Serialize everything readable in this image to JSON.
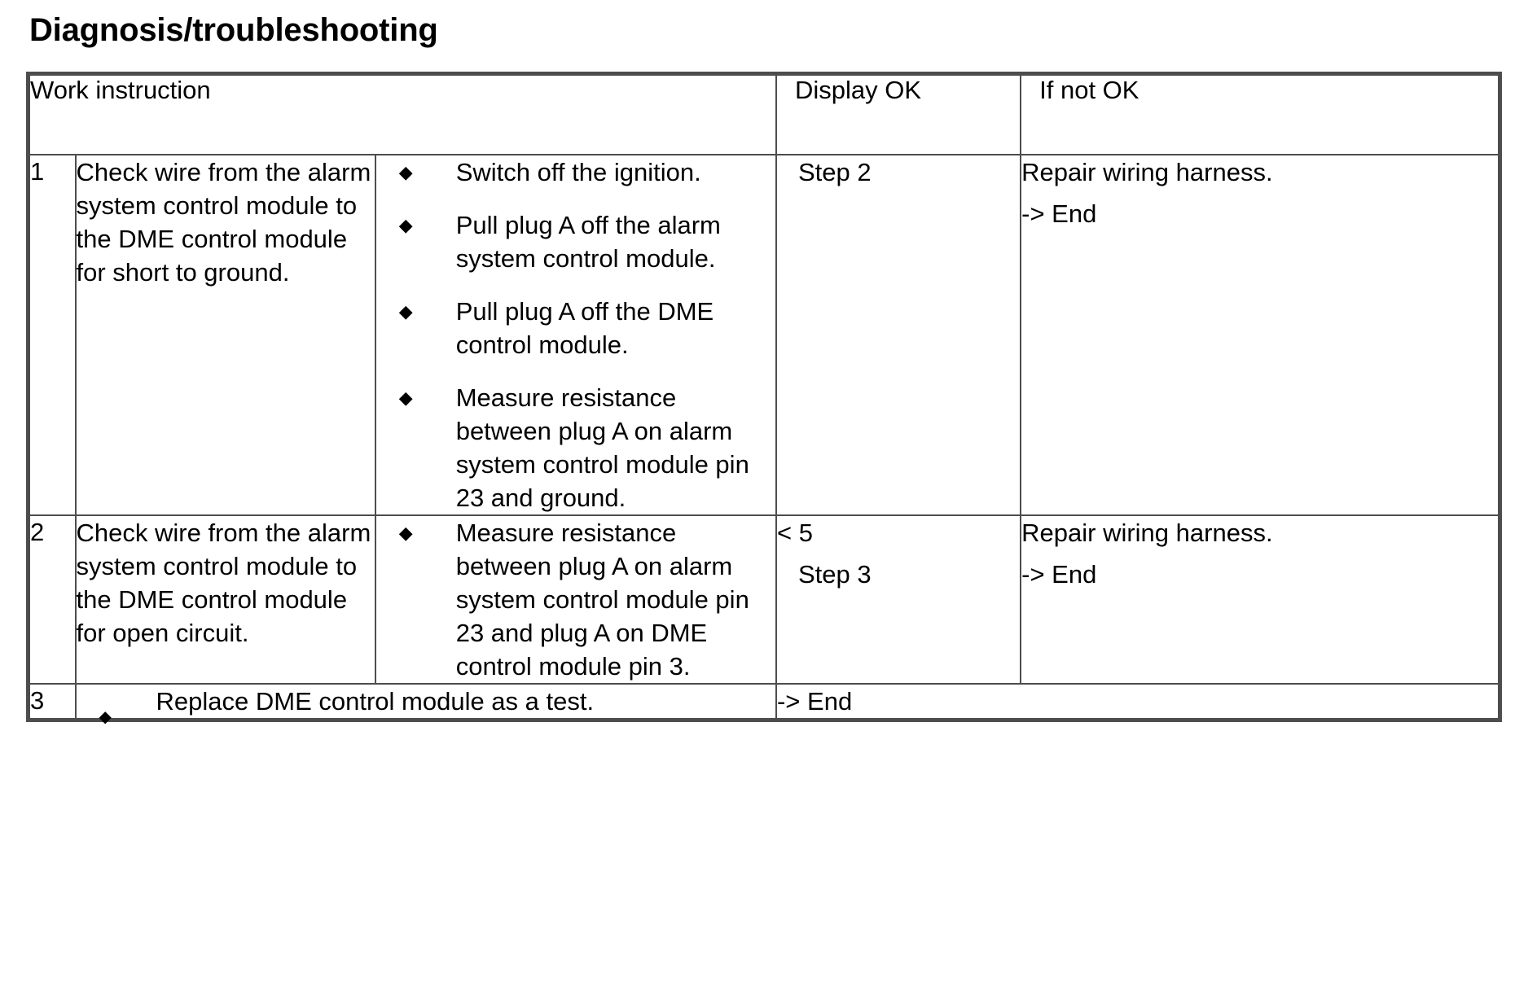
{
  "page_title": "Diagnosis/troubleshooting",
  "table": {
    "columns": [
      {
        "key": "step",
        "label": ""
      },
      {
        "key": "work_instruction",
        "label": "Work instruction"
      },
      {
        "key": "display_ok",
        "label": "Display OK"
      },
      {
        "key": "if_not_ok",
        "label": "If not OK"
      }
    ],
    "bullet_glyph": "◆",
    "rows": [
      {
        "step": "1",
        "instruction": "Check wire from the alarm system control module to the DME control module for short to ground.",
        "bullets": [
          "Switch off the ignition.",
          "Pull plug A off the alarm system control module.",
          "Pull plug A off the DME control module.",
          "Measure resistance between plug A on alarm system control module pin 23 and ground."
        ],
        "display_ok_line1": "Step 2",
        "display_ok_line2": "",
        "if_not_ok_line1": "Repair wiring harness.",
        "if_not_ok_line2": "-> End"
      },
      {
        "step": "2",
        "instruction": "Check wire from the alarm system control module to the DME control module for open circuit.",
        "bullets": [
          "Measure resistance between plug A on alarm system control module pin 23 and plug A on DME control module pin 3."
        ],
        "display_ok_line1": "< 5",
        "display_ok_line2": "Step 3",
        "if_not_ok_line1": "Repair wiring harness.",
        "if_not_ok_line2": "-> End"
      },
      {
        "step": "3",
        "instruction": "Replace DME control module as a test.",
        "bullets": [],
        "display_ok_line1": "-> End",
        "display_ok_line2": "",
        "if_not_ok_line1": "",
        "if_not_ok_line2": ""
      }
    ]
  },
  "colors": {
    "border": "#4d4d4d",
    "text": "#000000",
    "background": "#ffffff"
  }
}
